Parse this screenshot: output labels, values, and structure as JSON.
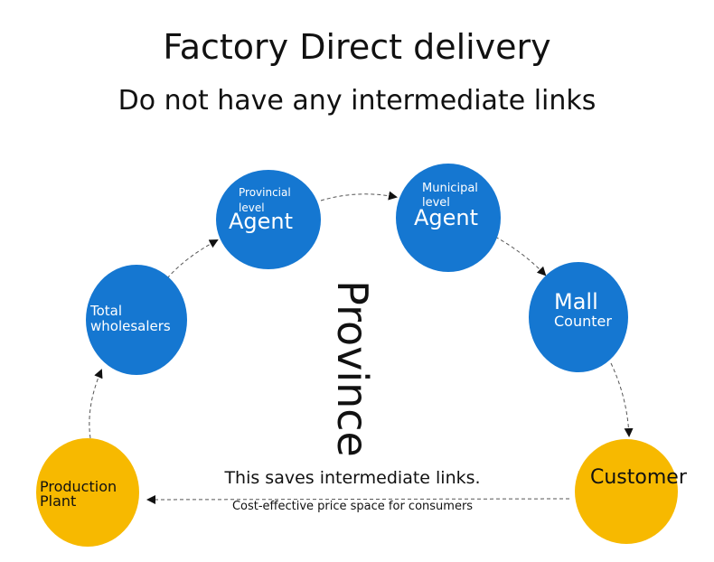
{
  "header": {
    "title": "Factory Direct delivery",
    "subtitle": "Do not have any intermediate links"
  },
  "nodes": {
    "production_plant": {
      "line1": "Production",
      "line2": "Plant"
    },
    "total_wholesalers": {
      "line1": "Total",
      "line2": "wholesalers"
    },
    "provincial_agent": {
      "small1": "Provincial",
      "small2": "level",
      "big": "Agent"
    },
    "municipal_agent": {
      "small1": "Municipal",
      "small2": "level",
      "big": "Agent"
    },
    "mall_counter": {
      "big": "Mall",
      "small": "Counter"
    },
    "customer": {
      "label": "Customer"
    }
  },
  "center_label": "Province",
  "footer": {
    "saves": "This saves intermediate links.",
    "cost": "Cost-effective price space for consumers"
  },
  "colors": {
    "blue": "#1577d1",
    "gold": "#f7b900",
    "arrow": "#555555"
  }
}
